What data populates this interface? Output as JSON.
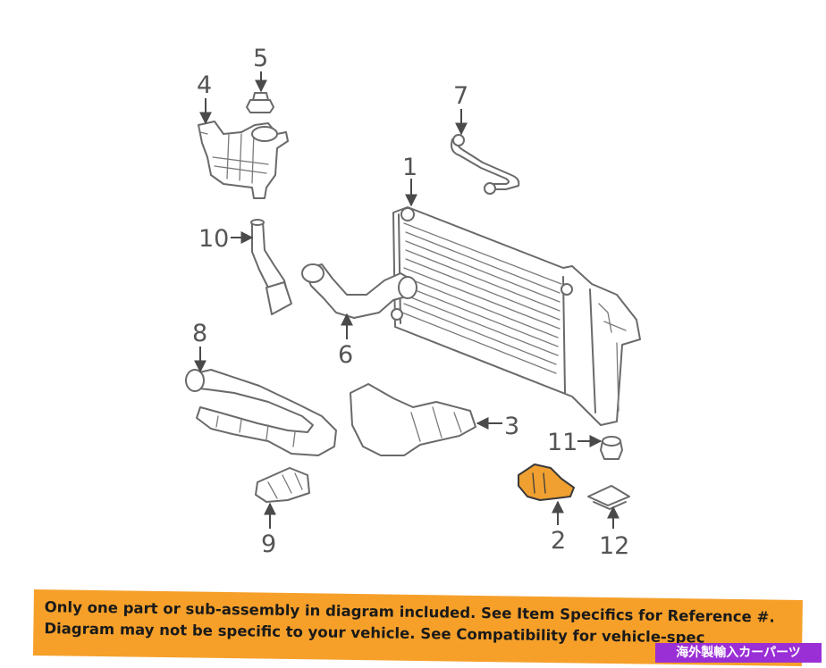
{
  "callouts": {
    "c1": "1",
    "c2": "2",
    "c3": "3",
    "c4": "4",
    "c5": "5",
    "c6": "6",
    "c7": "7",
    "c8": "8",
    "c9": "9",
    "c10": "10",
    "c11": "11",
    "c12": "12"
  },
  "highlighted_part": "2",
  "colors": {
    "highlight": "#f0a030",
    "banner": "#f6a02a",
    "watermark_bg": "#9b2fd6",
    "line": "#6a6a6a"
  },
  "disclaimer": {
    "line1": "Only one part or sub-assembly in diagram included. See Item Specifics for Reference #.",
    "line2": "Diagram may not be specific to your vehicle. See Compatibility for vehicle-spec"
  },
  "watermark": "海外製輸入カーパーツ"
}
